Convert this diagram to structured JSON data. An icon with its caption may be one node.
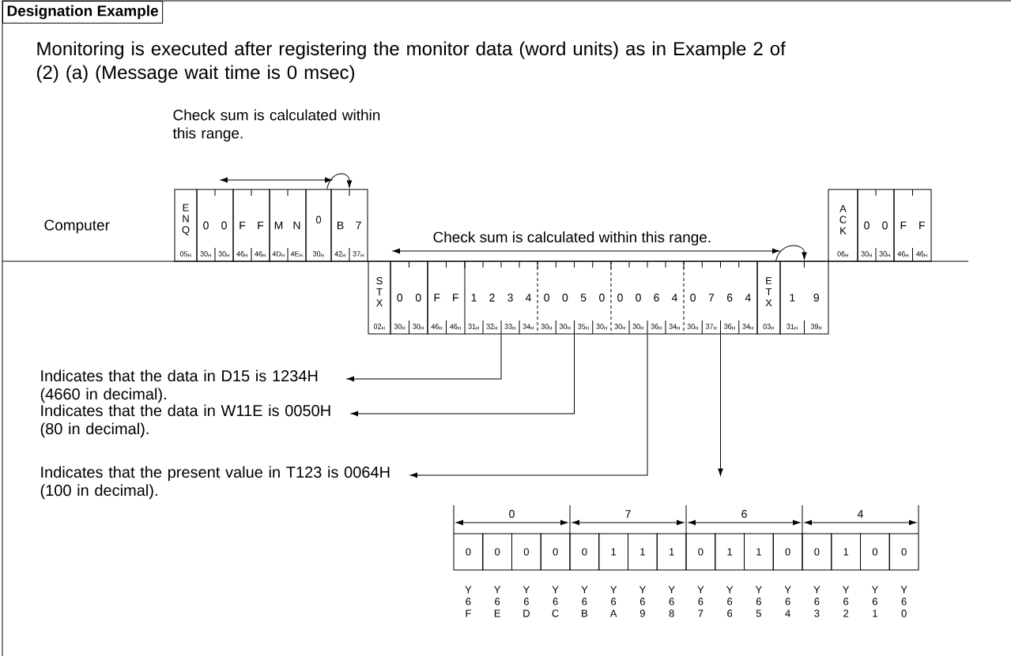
{
  "diagram": {
    "title": "Designation Example",
    "nodes": [
      {
        "text": [
          "E N Q",
          "05$_{H}$"
        ]
      },
      {
        "text": [
          "0",
          "0",
          "30$_{H}$",
          "30$_{H}$"
        ]
      },
      {
        "text": [
          "F",
          "F",
          "46$_{H}$",
          "46$_{H}$"
        ]
      },
      {
        "text": [
          "M",
          "N",
          "4D$_{H}$",
          "4E$_{H}$"
        ]
      },
      {
        "text": [
          "0",
          "30$_{H}$"
        ]
      },
      {
        "text": [
          "B",
          "7",
          "42$_{H}$",
          "37$_{H}$"
        ]
      },
      {
        "text": [
          "S T X",
          "02$_{H}$"
        ]
      },
      {
        "text": [
          "0",
          "0",
          "30$_{H}$",
          "30$_{H}$"
        ]
      },
      {
        "text": [
          "F",
          "F",
          "46$_{H}$",
          "46$_{H}$"
        ]
      },
      {
        "text": [
          "1",
          "2",
          "3",
          "4",
          "31$_{H}$",
          "32$_{H}$",
          "33$_{H}$",
          "34$_{H}$"
        ]
      },
      {
        "text": [
          "0",
          "0",
          "5",
          "0",
          "30$_{H}$",
          "30$_{H}$",
          "35$_{H}$",
          "30$_{H}$"
        ]
      },
      {
        "text": [
          "0",
          "0",
          "6",
          "4",
          "30$_{H}$",
          "30$_{H}$",
          "36$_{H}$",
          "34$_{H}$"
        ]
      },
      {
        "text": [
          "0",
          "7",
          "6",
          "4",
          "30$_{H}$",
          "37$_{H}$",
          "36$_{H}$",
          "34$_{H}$"
        ]
      },
      {
        "text": [
          "E T X",
          "03$_{H}$"
        ]
      },
      {
        "text": [
          "1",
          "9",
          "31$_{H}$",
          "39$_{H}$"
        ]
      },
      {
        "text": [
          "A C K",
          "06$_{H}$"
        ]
      },
      {
        "text": [
          "0",
          "0",
          "30$_{H}$",
          "30$_{H}$"
        ]
      },
      {
        "text": [
          "F",
          "F",
          "46$_{H}$",
          "46$_{H}$"
        ]
      },
      {
        "text": [
          "Indicates that the data in D15 is 1234H (4660 in decimal)."
        ]
      },
      {
        "text": [
          "Indicates that the data in W11E is 0050H (80 in decimal)."
        ]
      },
      {
        "text": [
          "Indicates that the present value in T123 is 0064H (100 in decimal)."
        ]
      },
      {
        "text": [
          "0"
        ],
        "beside": [
          "Y 6 F"
        ]
      },
      {
        "text": [
          "0"
        ],
        "beside": [
          "Y 6 E"
        ]
      },
      {
        "text": [
          "0"
        ],
        "beside": [
          "Y 6 D"
        ]
      },
      {
        "text": [
          "0"
        ],
        "beside": [
          "Y 6 C"
        ]
      },
      {
        "text": [
          "0"
        ],
        "beside": [
          "Y 6 B"
        ]
      },
      {
        "text": [
          "1"
        ],
        "beside": [
          "Y 6 A"
        ]
      },
      {
        "text": [
          "1"
        ],
        "beside": [
          "Y 6 9"
        ]
      },
      {
        "text": [
          "1"
        ],
        "beside": [
          "Y 6 8"
        ]
      },
      {
        "text": [
          "0"
        ],
        "beside": [
          "Y 6 7"
        ]
      },
      {
        "text": [
          "1"
        ],
        "beside": [
          "Y 6 6"
        ]
      },
      {
        "text": [
          "1"
        ],
        "beside": [
          "Y 6 5"
        ]
      },
      {
        "text": [
          "0"
        ],
        "beside": [
          "Y 6 4"
        ]
      },
      {
        "text": [
          "0"
        ],
        "beside": [
          "Y 6 3"
        ]
      },
      {
        "text": [
          "1"
        ],
        "beside": [
          "Y 6 2"
        ]
      },
      {
        "text": [
          "0"
        ],
        "beside": [
          "Y 6 1"
        ]
      },
      {
        "text": [
          "0"
        ],
        "beside": [
          "Y 6 0"
        ]
      }
    ],
    "edges": [
      {
        "from": 9,
        "to": 18,
        "arrow": "to"
      },
      {
        "from": 10,
        "to": 19,
        "arrow": "to"
      },
      {
        "from": 11,
        "to": 20,
        "arrow": "to"
      },
      {
        "from": 12,
        "to": null,
        "arrow": "to"
      },
      {
        "from": 4,
        "to": 5,
        "arrow": "to"
      },
      {
        "from": 13,
        "to": 14,
        "arrow": "to"
      }
    ],
    "labels": [
      "Monitoring is executed after registering the monitor data (word units) as in Example 2 of (2) (a) (Message wait time is 0 msec)",
      "Check sum is calculated within this range.",
      "Computer",
      "Check sum is calculated within this range.",
      "0",
      "7",
      "6",
      "4"
    ]
  }
}
